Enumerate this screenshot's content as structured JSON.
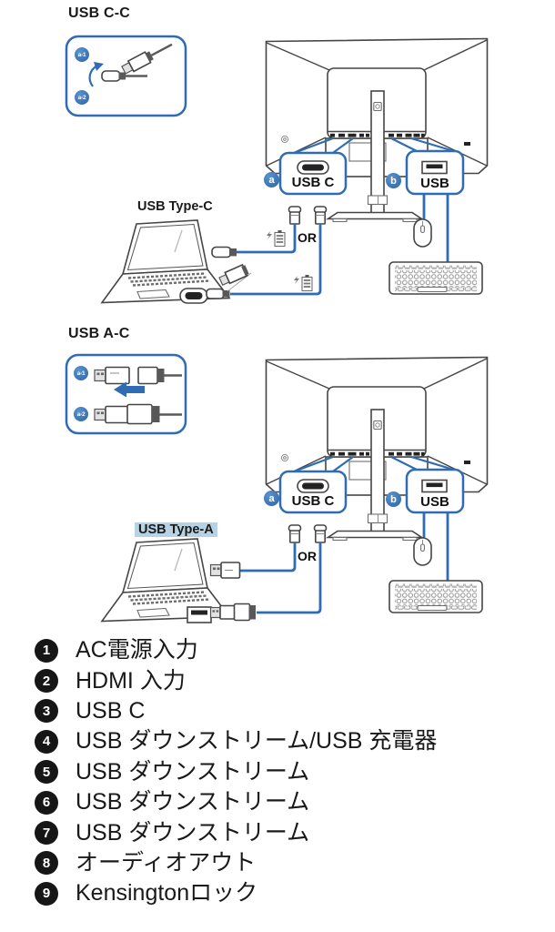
{
  "colors": {
    "accent": "#2f6cb3",
    "highlight": "#b7d2e3",
    "ink": "#1a1a1a",
    "legendbadge": "#161616"
  },
  "icons": {
    "usb_c_port": "oval USB-C receptacle pictogram",
    "usb_a_port": "rectangular USB-A receptacle pictogram",
    "battery_charging": "battery with lightning bolt",
    "curved_arrow": "blue curved rotate arrow",
    "left_arrow": "blue slide-on arrow pointing left"
  },
  "diagram_cc": {
    "title": "USB C-C",
    "cable_box": {
      "step1": "a-1",
      "step2": "a-2"
    },
    "laptop_label": "USB Type-C",
    "or_label": "OR",
    "callout_a": {
      "badge": "a",
      "label": "USB C"
    },
    "callout_b": {
      "badge": "b",
      "label": "USB"
    }
  },
  "diagram_ac": {
    "title": "USB A-C",
    "cable_box": {
      "step1": "a-1",
      "step2": "a-2"
    },
    "laptop_label": "USB Type-A",
    "or_label": "OR",
    "callout_a": {
      "badge": "a",
      "label": "USB C"
    },
    "callout_b": {
      "badge": "b",
      "label": "USB"
    }
  },
  "legend": {
    "items": [
      {
        "num": "1",
        "label": "AC電源入力"
      },
      {
        "num": "2",
        "label": "HDMI 入力"
      },
      {
        "num": "3",
        "label": "USB C"
      },
      {
        "num": "4",
        "label": "USB ダウンストリーム/USB 充電器"
      },
      {
        "num": "5",
        "label": "USB ダウンストリーム"
      },
      {
        "num": "6",
        "label": "USB ダウンストリーム"
      },
      {
        "num": "7",
        "label": "USB ダウンストリーム"
      },
      {
        "num": "8",
        "label": "オーディオアウト"
      },
      {
        "num": "9",
        "label": "Kensingtonロック"
      }
    ]
  }
}
